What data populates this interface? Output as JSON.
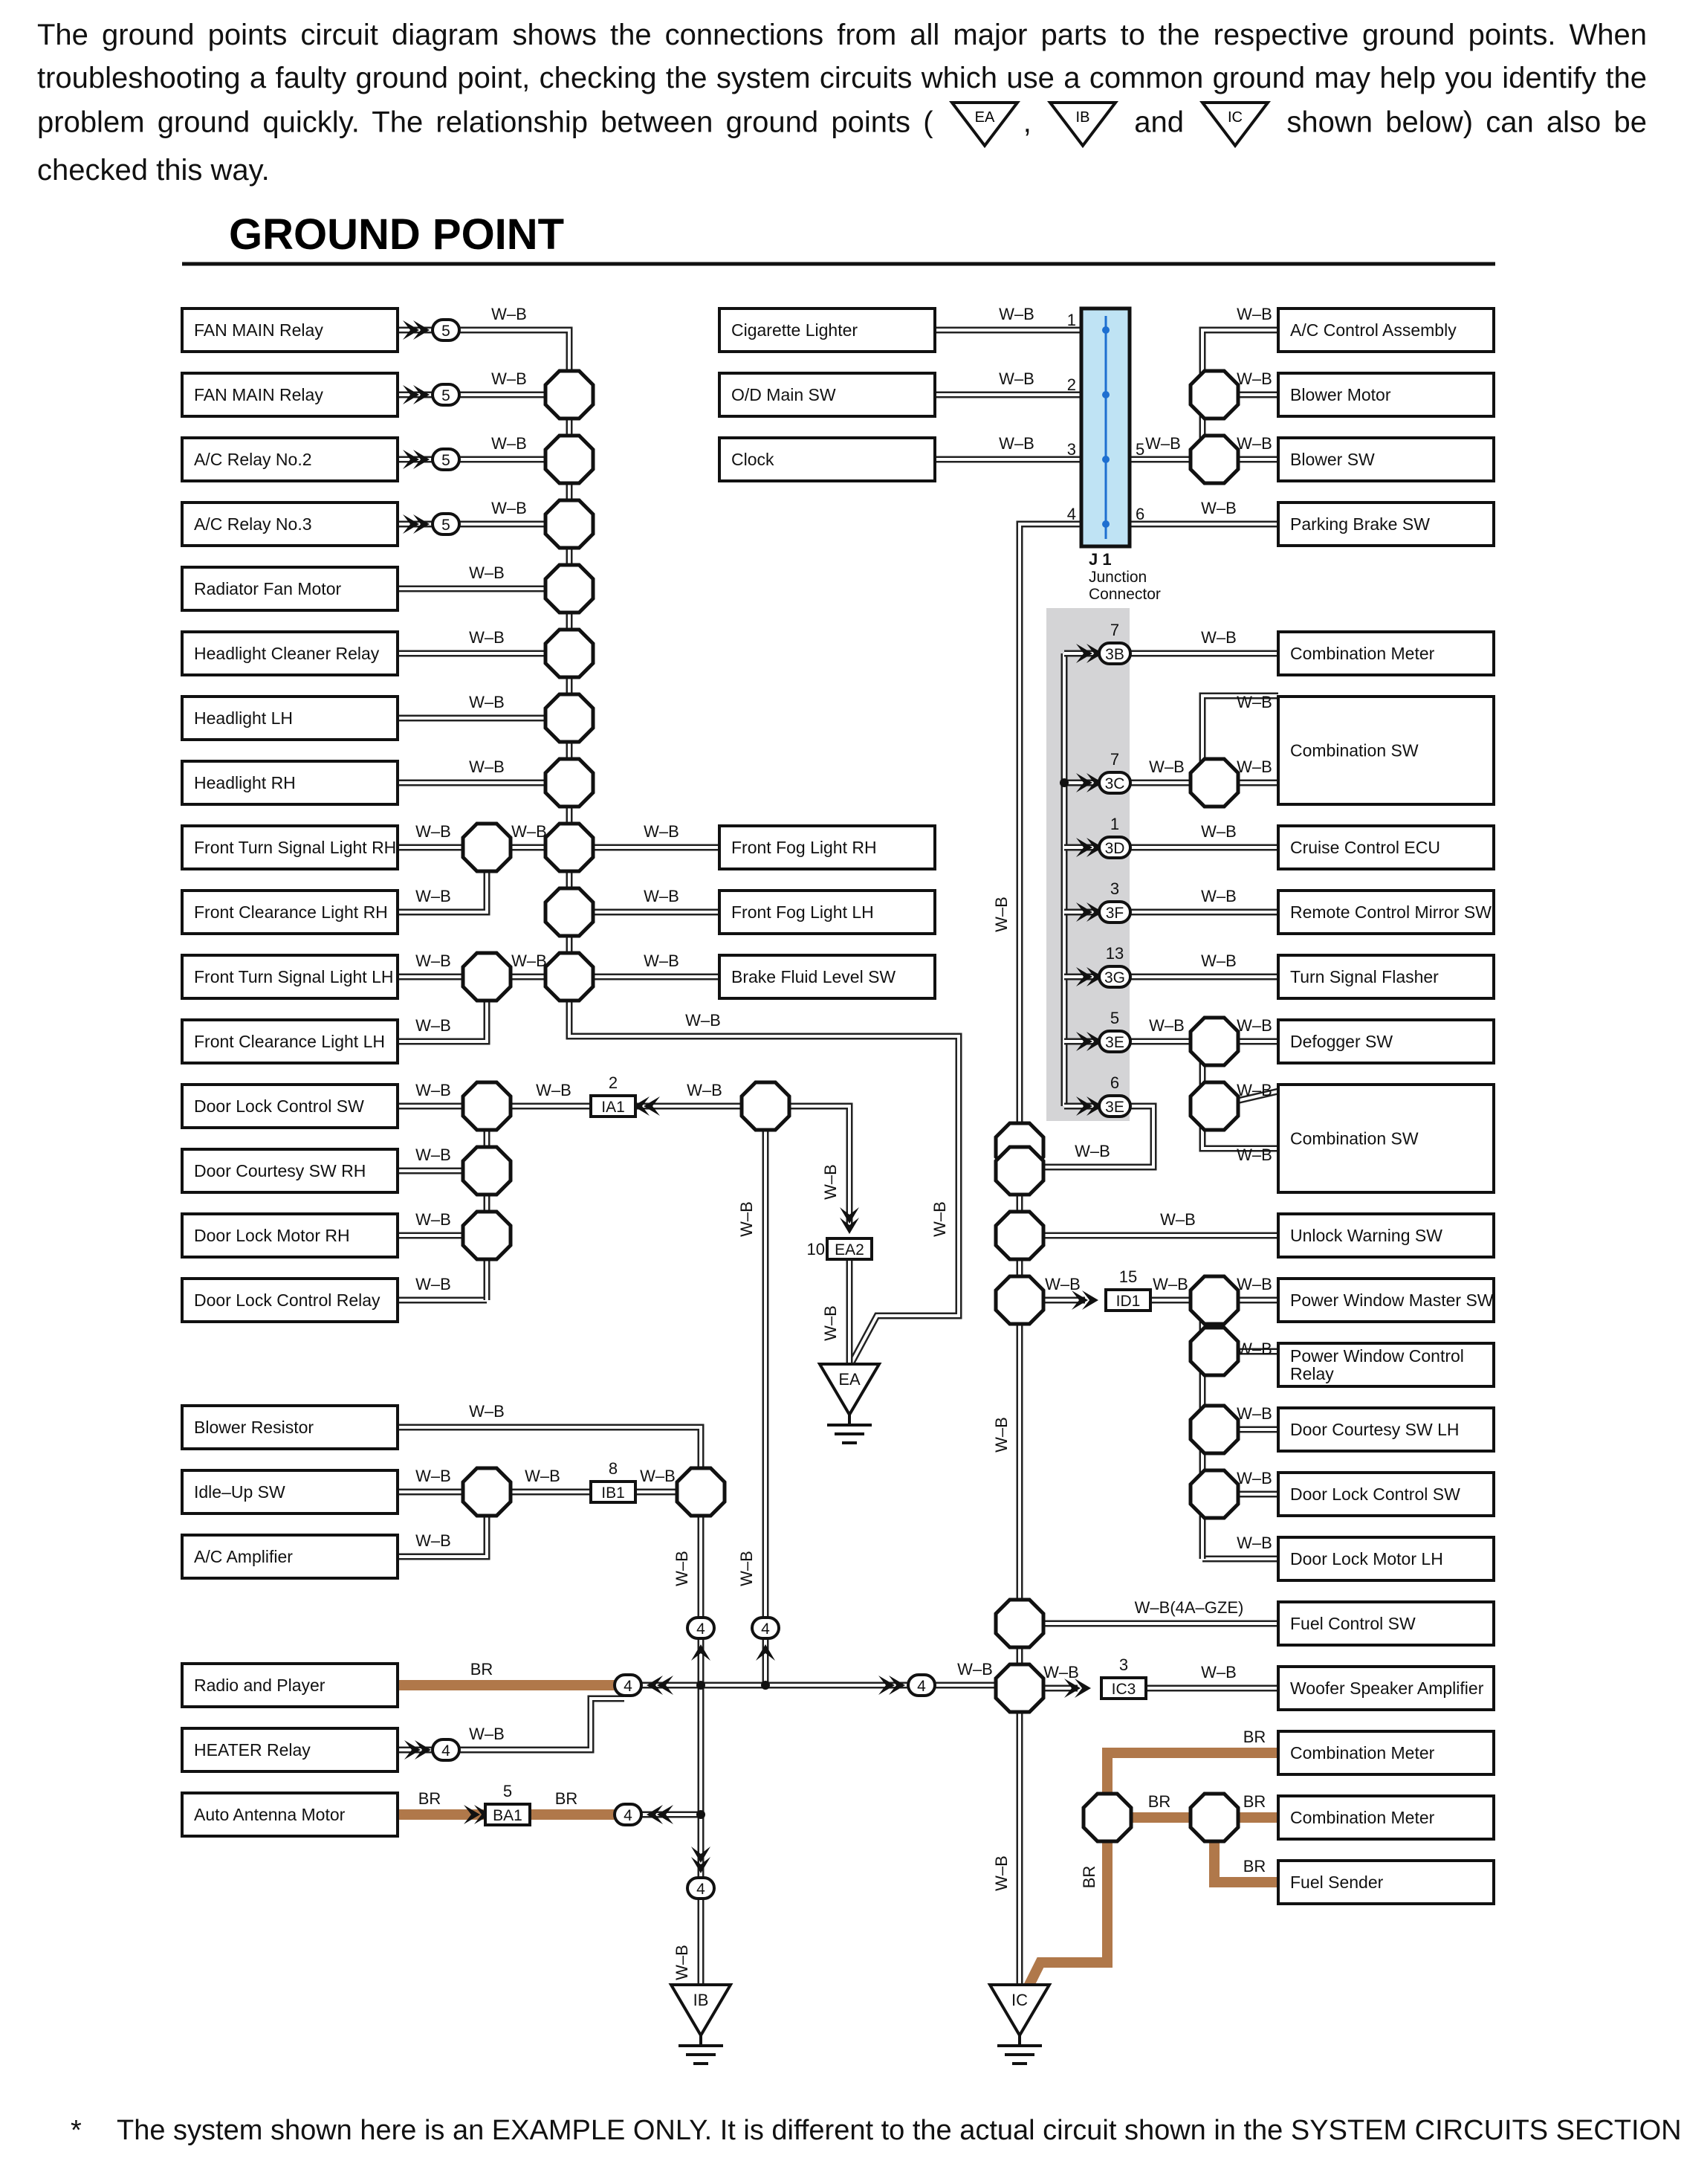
{
  "intro": {
    "text_before": "The ground points circuit diagram shows the connections from all major parts to the respective ground points. When troubleshooting a faulty ground point, checking the system circuits which use a common ground may help you identify the problem ground quickly. The relationship between ground points (",
    "sep1": ",",
    "sep2": "and",
    "text_after": "shown below) can also be checked this way.",
    "ground_symbols": [
      "EA",
      "IB",
      "IC"
    ]
  },
  "title": "GROUND POINT",
  "wire_color_labels": {
    "wb": "W–B",
    "br": "BR",
    "wb_engine": "W–B(4A–GZE)"
  },
  "left_components": [
    "FAN MAIN Relay",
    "FAN MAIN Relay",
    "A/C Relay No.2",
    "A/C Relay No.3",
    "Radiator Fan Motor",
    "Headlight Cleaner Relay",
    "Headlight LH",
    "Headlight RH",
    "Front Turn Signal Light RH",
    "Front Clearance Light RH",
    "Front Turn Signal Light LH",
    "Front Clearance Light LH",
    "Door Lock Control SW",
    "Door Courtesy SW RH",
    "Door Lock Motor RH",
    "Door Lock Control Relay"
  ],
  "left_lower_components": [
    "Blower Resistor",
    "Idle–Up SW",
    "A/C Amplifier"
  ],
  "left_bottom_components": [
    "Radio and Player",
    "HEATER Relay",
    "Auto Antenna Motor"
  ],
  "middle_components": [
    "Cigarette Lighter",
    "O/D Main SW",
    "Clock"
  ],
  "middle_fog_components": [
    "Front Fog Light RH",
    "Front Fog Light LH",
    "Brake Fluid Level SW"
  ],
  "right_components": [
    "A/C Control Assembly",
    "Blower Motor",
    "Blower SW",
    "Parking Brake SW",
    "Combination Meter",
    "Combination SW",
    "Cruise Control ECU",
    "Remote Control Mirror SW",
    "Turn Signal Flasher",
    "Defogger SW",
    "Combination SW",
    "Unlock Warning SW",
    "Power Window Master SW",
    "Power Window Control Relay",
    "Door Courtesy SW LH",
    "Door Lock Control SW",
    "Door Lock Motor LH",
    "Fuel Control SW",
    "Woofer Speaker Amplifier",
    "Combination Meter",
    "Combination Meter",
    "Fuel Sender"
  ],
  "pin_labels": {
    "relay_pin": "5",
    "j1_pins": [
      "1",
      "2",
      "3",
      "4",
      "5",
      "6"
    ],
    "conn_3x_pins": [
      "7",
      "7",
      "1",
      "3",
      "13",
      "5",
      "6"
    ],
    "conn_3x_names": [
      "3B",
      "3C",
      "3D",
      "3F",
      "3G",
      "3E",
      "3E"
    ],
    "ia1_pin": "2",
    "ea2_pin": "10",
    "ib1_pin": "8",
    "id1_pin": "15",
    "ic3_pin": "3",
    "ba1_pin": "5",
    "four": "4"
  },
  "connectors": {
    "ia1": "IA1",
    "ea2": "EA2",
    "ib1": "IB1",
    "id1": "ID1",
    "ic3": "IC3",
    "ba1": "BA1"
  },
  "junction": {
    "name": "J 1",
    "line1": "Junction",
    "line2": "Connector"
  },
  "grounds": {
    "ea": "EA",
    "ib": "IB",
    "ic": "IC"
  },
  "footnote": {
    "mark": "*",
    "text": "The system shown here is an EXAMPLE ONLY. It is different to the actual circuit shown in the SYSTEM CIRCUITS SECTION."
  },
  "colors": {
    "wire_wb": "#222222",
    "wire_br": "#b0784a",
    "junction_fill": "#bfe3f4",
    "shade_panel": "#d4d4d6"
  }
}
